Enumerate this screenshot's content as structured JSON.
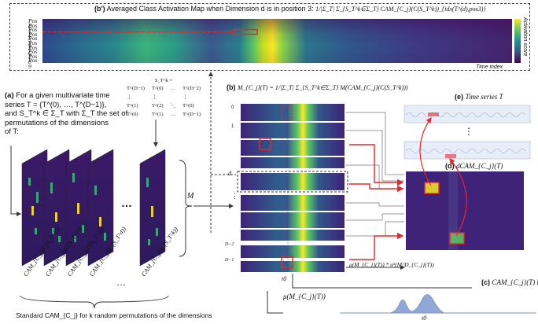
{
  "panel_b_prime": {
    "label": "(b')",
    "title": "Averaged Class Activation Map when Dimension d is in position 3:",
    "formula": "1/|Σ_T| Σ_{S_T^k∈Σ_T} CAM_{C_j}(C(S_T^k))_{idx(T^(d),pos3)}",
    "pos_labels": [
      "Pos 0",
      "Pos 1",
      "Pos 2",
      "Pos 3",
      "Pos 4",
      "Pos 5",
      "Pos 6",
      "Pos 7",
      "Pos 8",
      "Pos 9"
    ],
    "colorbar_label": "Activation score",
    "time_axis_label": "Time index"
  },
  "panel_a": {
    "label": "(a)",
    "line1": "For a given multivariate time",
    "line2": "series T = {T^(0), …, T^(D−1)},",
    "line3": "and S_T^k ∈ Σ_T with Σ_T the set of",
    "line4": "permutations of the dimensions",
    "line5": "of T:",
    "matrix_header": "S_T^k =",
    "matrix_rows": [
      [
        "T^(D−1)",
        "T^(0)",
        "…",
        "T^(D−2)"
      ],
      [
        "⋮",
        "⋮",
        "",
        "⋮"
      ],
      [
        "T^(1)",
        "T^(2)",
        "⋱",
        "T^(0)"
      ],
      [
        "T^(0)",
        "T^(1)",
        "…",
        "T^(D−1)"
      ]
    ],
    "cam_labels": [
      "CAM_{C_j}(C(S_T^1))",
      "CAM_{C_j}(C(S_T^2))",
      "CAM_{C_j}(C(S_T^3))",
      "CAM_{C_j}(C(S_T^4))",
      "CAM_{C_j}(C(S_T^k))"
    ],
    "ellipsis": "…",
    "bottom_caption": "Standard CAM_{C_j} for k random permutations of the dimensions",
    "operator": "M"
  },
  "panel_b": {
    "label": "(b)",
    "formula": "M_{C_j}(T) = 1/|Σ_T| Σ_{S_T^k∈Σ_T} M(CAM_{C_j}(C(S_T^k)))",
    "row_labels": [
      "0",
      "1",
      "",
      "",
      "d",
      "",
      "",
      "",
      "D−2",
      "D−1"
    ],
    "t0_label": "t0",
    "mu_label": "μ(M_{C_j}(T))"
  },
  "panel_c": {
    "label": "(c)",
    "title": "CAM_{C_j}(T) bar",
    "t0_label": "t0"
  },
  "panel_d": {
    "label": "(d)",
    "title": "dCAM_{C_j}(T)",
    "formula": "μ(M_{C_j}(T)) * σ²(M^D_{C_j}(T))"
  },
  "panel_e": {
    "label": "(e)",
    "title": "Time series T",
    "vdots": "⋮"
  },
  "colors": {
    "viridis_dark": "#3b0f70",
    "viridis_mid": "#21918c",
    "viridis_bright": "#fde725",
    "highlight": "#e8262b",
    "curve_fill": "#8fa8d8"
  }
}
